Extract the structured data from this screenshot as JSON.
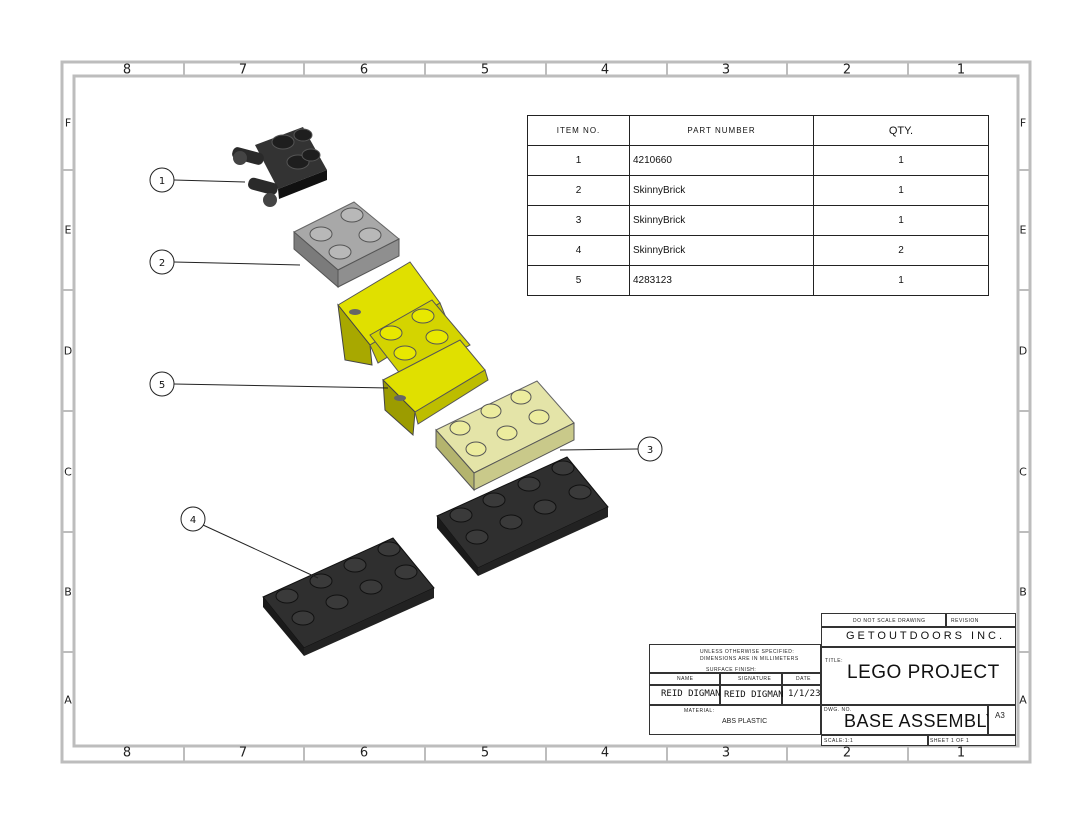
{
  "sheet": {
    "zone_columns": [
      "8",
      "7",
      "6",
      "5",
      "4",
      "3",
      "2",
      "1"
    ],
    "zone_rows": [
      "F",
      "E",
      "D",
      "C",
      "B",
      "A"
    ]
  },
  "bom": {
    "headers": {
      "item_no": "ITEM NO.",
      "part_number": "PART NUMBER",
      "qty": "QTY."
    },
    "rows": [
      {
        "item": "1",
        "part": "4210660",
        "qty": "1"
      },
      {
        "item": "2",
        "part": "SkinnyBrick",
        "qty": "1"
      },
      {
        "item": "3",
        "part": "SkinnyBrick",
        "qty": "1"
      },
      {
        "item": "4",
        "part": "SkinnyBrick",
        "qty": "2"
      },
      {
        "item": "5",
        "part": "4283123",
        "qty": "1"
      }
    ]
  },
  "balloons": [
    "1",
    "2",
    "3",
    "4",
    "5"
  ],
  "colors": {
    "border": "#bdbdbd",
    "black_brick": "#2a2a2a",
    "gray_brick": "#9a9a9a",
    "yellow_part": "#d8d800",
    "pale_yellow_brick": "#dede9a"
  },
  "title_block": {
    "do_not_scale": "DO NOT SCALE DRAWING",
    "revision": "REVISION",
    "company": "GETOUTDOORS INC.",
    "title_caption": "TITLE:",
    "title": "LEGO PROJECT",
    "dwg_no_caption": "DWG. NO.",
    "dwg_name": "BASE ASSEMBLY",
    "size": "A3",
    "scale": "SCALE:1:1",
    "sheet": "SHEET 1 OF 1",
    "notes": [
      "UNLESS OTHERWISE SPECIFIED:",
      "DIMENSIONS ARE IN MILLIMETERS",
      "SURFACE FINISH:"
    ],
    "cols": {
      "name": "NAME",
      "signature": "SIGNATURE",
      "date": "DATE"
    },
    "drawn_name": "REID DIGMAN",
    "drawn_signature": "REID DIGMAN",
    "drawn_date": "1/1/23",
    "material_caption": "MATERIAL:",
    "material": "ABS PLASTIC"
  }
}
